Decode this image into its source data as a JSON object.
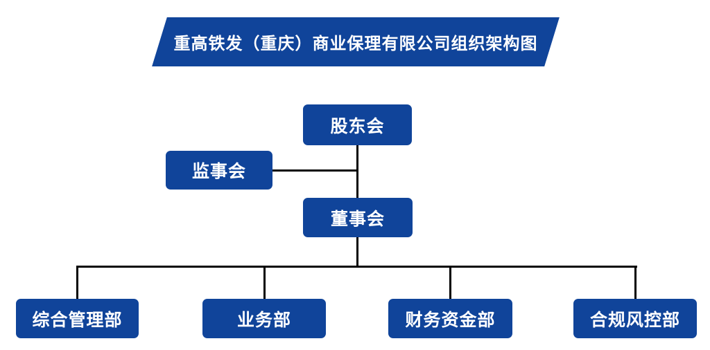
{
  "banner": {
    "title": "重高铁发（重庆）商业保理有限公司组织架构图"
  },
  "colors": {
    "node_fill": "#10449a",
    "node_text": "#ffffff",
    "connector": "#000000",
    "background": "#ffffff"
  },
  "nodes": {
    "shareholders": {
      "label": "股东会"
    },
    "supervisory": {
      "label": "监事会"
    },
    "board": {
      "label": "董事会"
    },
    "dept_admin": {
      "label": "综合管理部"
    },
    "dept_business": {
      "label": "业务部"
    },
    "dept_finance": {
      "label": "财务资金部"
    },
    "dept_compliance": {
      "label": "合规风控部"
    }
  },
  "hierarchy": {
    "root": "股东会",
    "edges": [
      {
        "from": "股东会",
        "to": "董事会"
      },
      {
        "from": "监事会",
        "to": "股东会—董事会"
      },
      {
        "from": "董事会",
        "to": "综合管理部"
      },
      {
        "from": "董事会",
        "to": "业务部"
      },
      {
        "from": "董事会",
        "to": "财务资金部"
      },
      {
        "from": "董事会",
        "to": "合规风控部"
      }
    ]
  }
}
